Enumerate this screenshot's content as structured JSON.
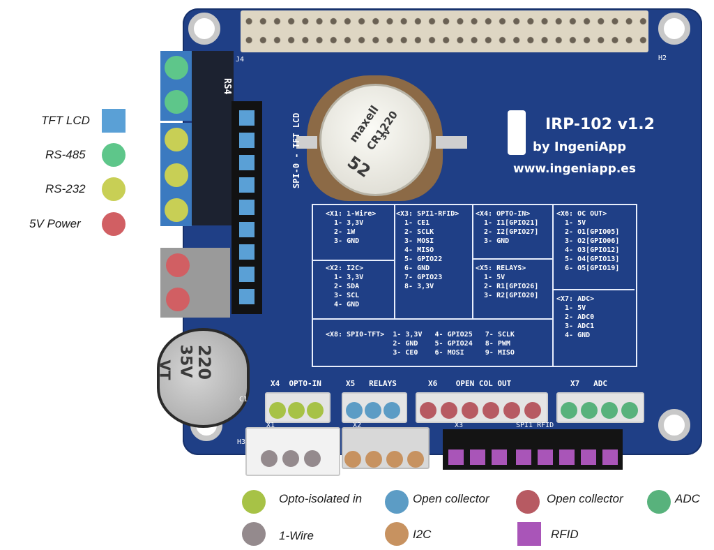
{
  "colors": {
    "tft_lcd": "#5aa0d6",
    "rs485": "#5ec68a",
    "rs232": "#c8cf55",
    "power5v": "#d15f63",
    "opto": "#a7c246",
    "open_collector_blue": "#5c9cc5",
    "open_collector_red": "#b75a62",
    "adc": "#58b27c",
    "onewire": "#948a8d",
    "i2c": "#c79260",
    "rfid": "#a955b8"
  },
  "legend_left": {
    "tft_lcd": "TFT LCD",
    "rs485": "RS-485",
    "rs232": "RS-232",
    "power5v": "5V Power"
  },
  "legend_bottom": {
    "opto": "Opto-isolated in",
    "open_collector_1": "Open collector",
    "open_collector_2": "Open collector",
    "adc": "ADC",
    "onewire": "1-Wire",
    "i2c": "I2C",
    "rfid": "RFID"
  },
  "board": {
    "title": "IRP-102 v1.2",
    "by": "by IngeniApp",
    "url": "www.ingeniapp.es",
    "h2": "H2",
    "h3": "H3",
    "j4": "J4",
    "rs4": "RS4",
    "spi_label": "SPI-0 - TFT LCD",
    "c1": "C1",
    "battery_brand": "maxell",
    "battery_model": "CR1220",
    "battery_volt": "3V",
    "battery_num": "52",
    "cap_value": "220",
    "cap_volt": "35V",
    "cap_code": "VT",
    "x4": "X4  OPTO-IN",
    "x5": "X5   RELAYS",
    "x6": "X6    OPEN COL OUT",
    "x7": "X7   ADC",
    "x1_bottom": "X1",
    "x2_bottom": "X2",
    "x3_bottom": "X3",
    "rfid_bottom": "SPI1 RFID"
  },
  "pinout": {
    "x1": "<X1: 1-Wire>\n  1- 3,3V\n  2- 1W\n  3- GND",
    "x2": "<X2: I2C>\n  1- 3,3V\n  2- SDA\n  3- SCL\n  4- GND",
    "x3": "<X3: SPI1-RFID>\n  1- CE1\n  2- SCLK\n  3- MOSI\n  4- MISO\n  5- GPIO22\n  6- GND\n  7- GPIO23\n  8- 3,3V",
    "x4": "<X4: OPTO-IN>\n  1- I1[GPIO21]\n  2- I2[GPIO27]\n  3- GND",
    "x5": "<X5: RELAYS>\n  1- 5V\n  2- R1[GPIO26]\n  3- R2[GPIO20]",
    "x6": "<X6: OC OUT>\n  1- 5V\n  2- O1[GPIO05]\n  3- O2[GPIO06]\n  4- O3[GPIO12]\n  5- O4[GPIO13]\n  6- O5[GPIO19]",
    "x7": "<X7: ADC>\n  1- 5V\n  2- ADC0\n  3- ADC1\n  4- GND",
    "x8": "<X8: SPI0-TFT>  1- 3,3V   4- GPIO25   7- SCLK\n                2- GND    5- GPIO24   8- PWM\n                3- CE0    6- MOSI     9- MISO"
  }
}
